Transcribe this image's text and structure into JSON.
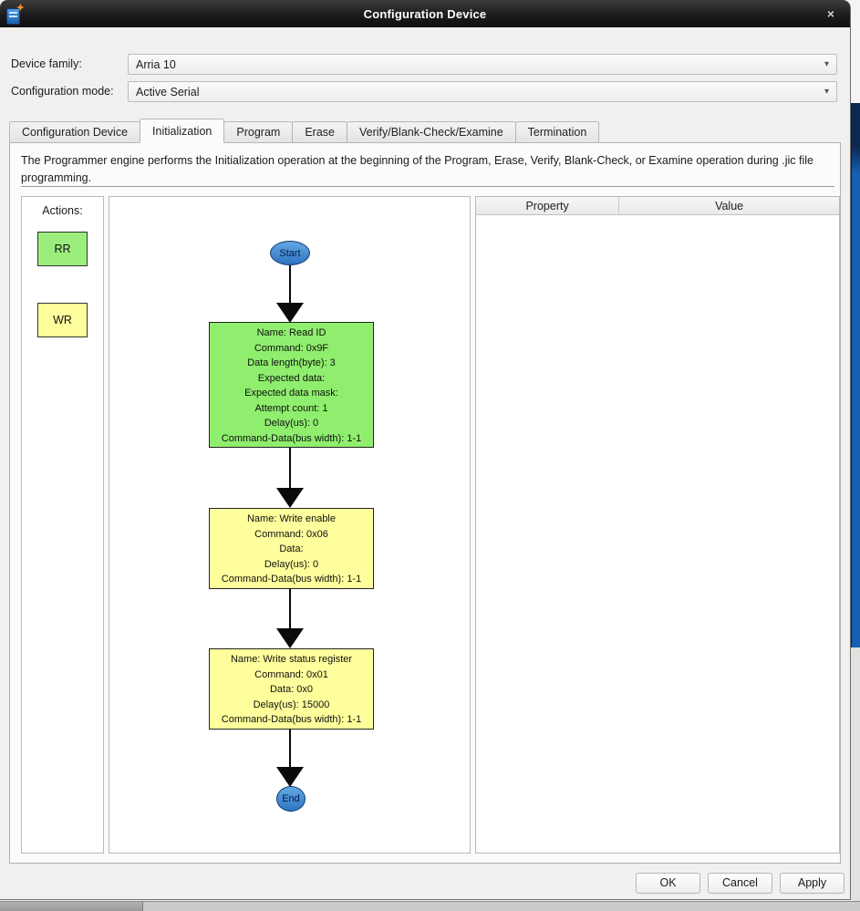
{
  "window": {
    "title": "Configuration Device"
  },
  "icons": {
    "close": "×",
    "dropdown": "▾",
    "app_spark": "➤"
  },
  "form": {
    "device_family": {
      "label": "Device family:",
      "value": "Arria 10"
    },
    "configuration_mode": {
      "label": "Configuration mode:",
      "value": "Active Serial"
    }
  },
  "tabs": [
    {
      "label": "Configuration Device",
      "active": false
    },
    {
      "label": "Initialization",
      "active": true
    },
    {
      "label": "Program",
      "active": false
    },
    {
      "label": "Erase",
      "active": false
    },
    {
      "label": "Verify/Blank-Check/Examine",
      "active": false
    },
    {
      "label": "Termination",
      "active": false
    }
  ],
  "description": "The Programmer engine performs the Initialization operation at the beginning of the Program, Erase, Verify, Blank-Check, or Examine operation during .jic file programming.",
  "actions": {
    "label": "Actions:",
    "items": [
      {
        "label": "RR",
        "color": "#9bee7d"
      },
      {
        "label": "WR",
        "color": "#feff9c"
      }
    ]
  },
  "flowchart": {
    "start_label": "Start",
    "end_label": "End",
    "nodes": [
      {
        "color": "#8fee6e",
        "lines": [
          "Name: Read ID",
          "Command: 0x9F",
          "Data length(byte): 3",
          "Expected data:",
          "Expected data mask:",
          "Attempt count: 1",
          "Delay(us): 0",
          "Command-Data(bus width): 1-1"
        ]
      },
      {
        "color": "#feff9c",
        "lines": [
          "Name: Write enable",
          "Command: 0x06",
          "Data:",
          "Delay(us): 0",
          "Command-Data(bus width): 1-1"
        ]
      },
      {
        "color": "#feff9c",
        "lines": [
          "Name: Write status register",
          "Command: 0x01",
          "Data: 0x0",
          "Delay(us): 15000",
          "Command-Data(bus width): 1-1"
        ]
      }
    ]
  },
  "property_table": {
    "columns": [
      "Property",
      "Value"
    ],
    "rows": []
  },
  "buttons": {
    "ok": "OK",
    "cancel": "Cancel",
    "apply": "Apply"
  },
  "colors": {
    "titlebar": "#1e1e1e",
    "dialog_bg": "#f1f0ef",
    "node_green": "#8fee6e",
    "node_yellow": "#feff9c",
    "node_blue": "#2e74c2",
    "bg_blue_strip": "#1560b2"
  }
}
